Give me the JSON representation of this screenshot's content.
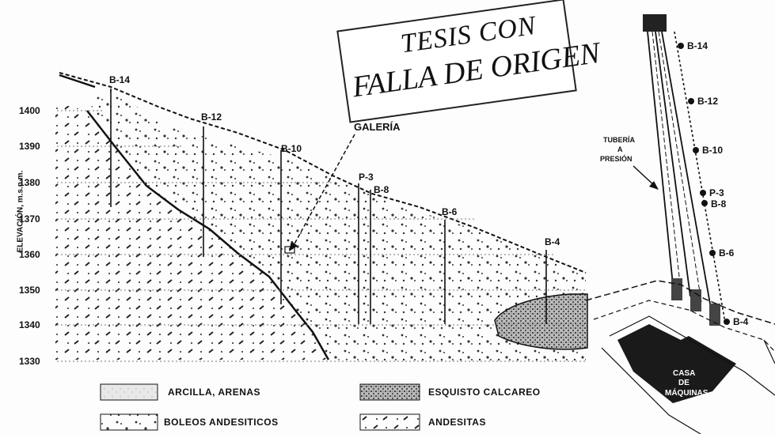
{
  "stamp": {
    "line1": "TESIS CON",
    "line2": "FALLA DE ORIGEN"
  },
  "y_axis": {
    "label": "ELEVACIÓN, m.s.n.m.",
    "ticks": [
      "1400",
      "1390",
      "1380",
      "1370",
      "1360",
      "1350",
      "1340",
      "1330"
    ]
  },
  "profile": {
    "borings": [
      "B-14",
      "B-12",
      "B-10",
      "P-3",
      "B-8",
      "B-6",
      "B-4"
    ],
    "galeria_label": "GALERÍA"
  },
  "plan": {
    "borings": [
      "B-14",
      "B-12",
      "B-10",
      "P-3",
      "B-8",
      "B-6",
      "B-4"
    ],
    "tuberia_label": [
      "TUBERÍA",
      "A",
      "PRESIÓN"
    ],
    "casa_label": [
      "CASA",
      "DE",
      "MÁQUINAS"
    ]
  },
  "legend": [
    {
      "label": "ARCILLA, ARENAS"
    },
    {
      "label": "ESQUISTO CALCAREO"
    },
    {
      "label": "BOLEOS ANDESITICOS"
    },
    {
      "label": "ANDESITAS"
    }
  ],
  "colors": {
    "ink": "#111111",
    "paper": "#fdfdfd",
    "building": "#1a1a1a"
  }
}
